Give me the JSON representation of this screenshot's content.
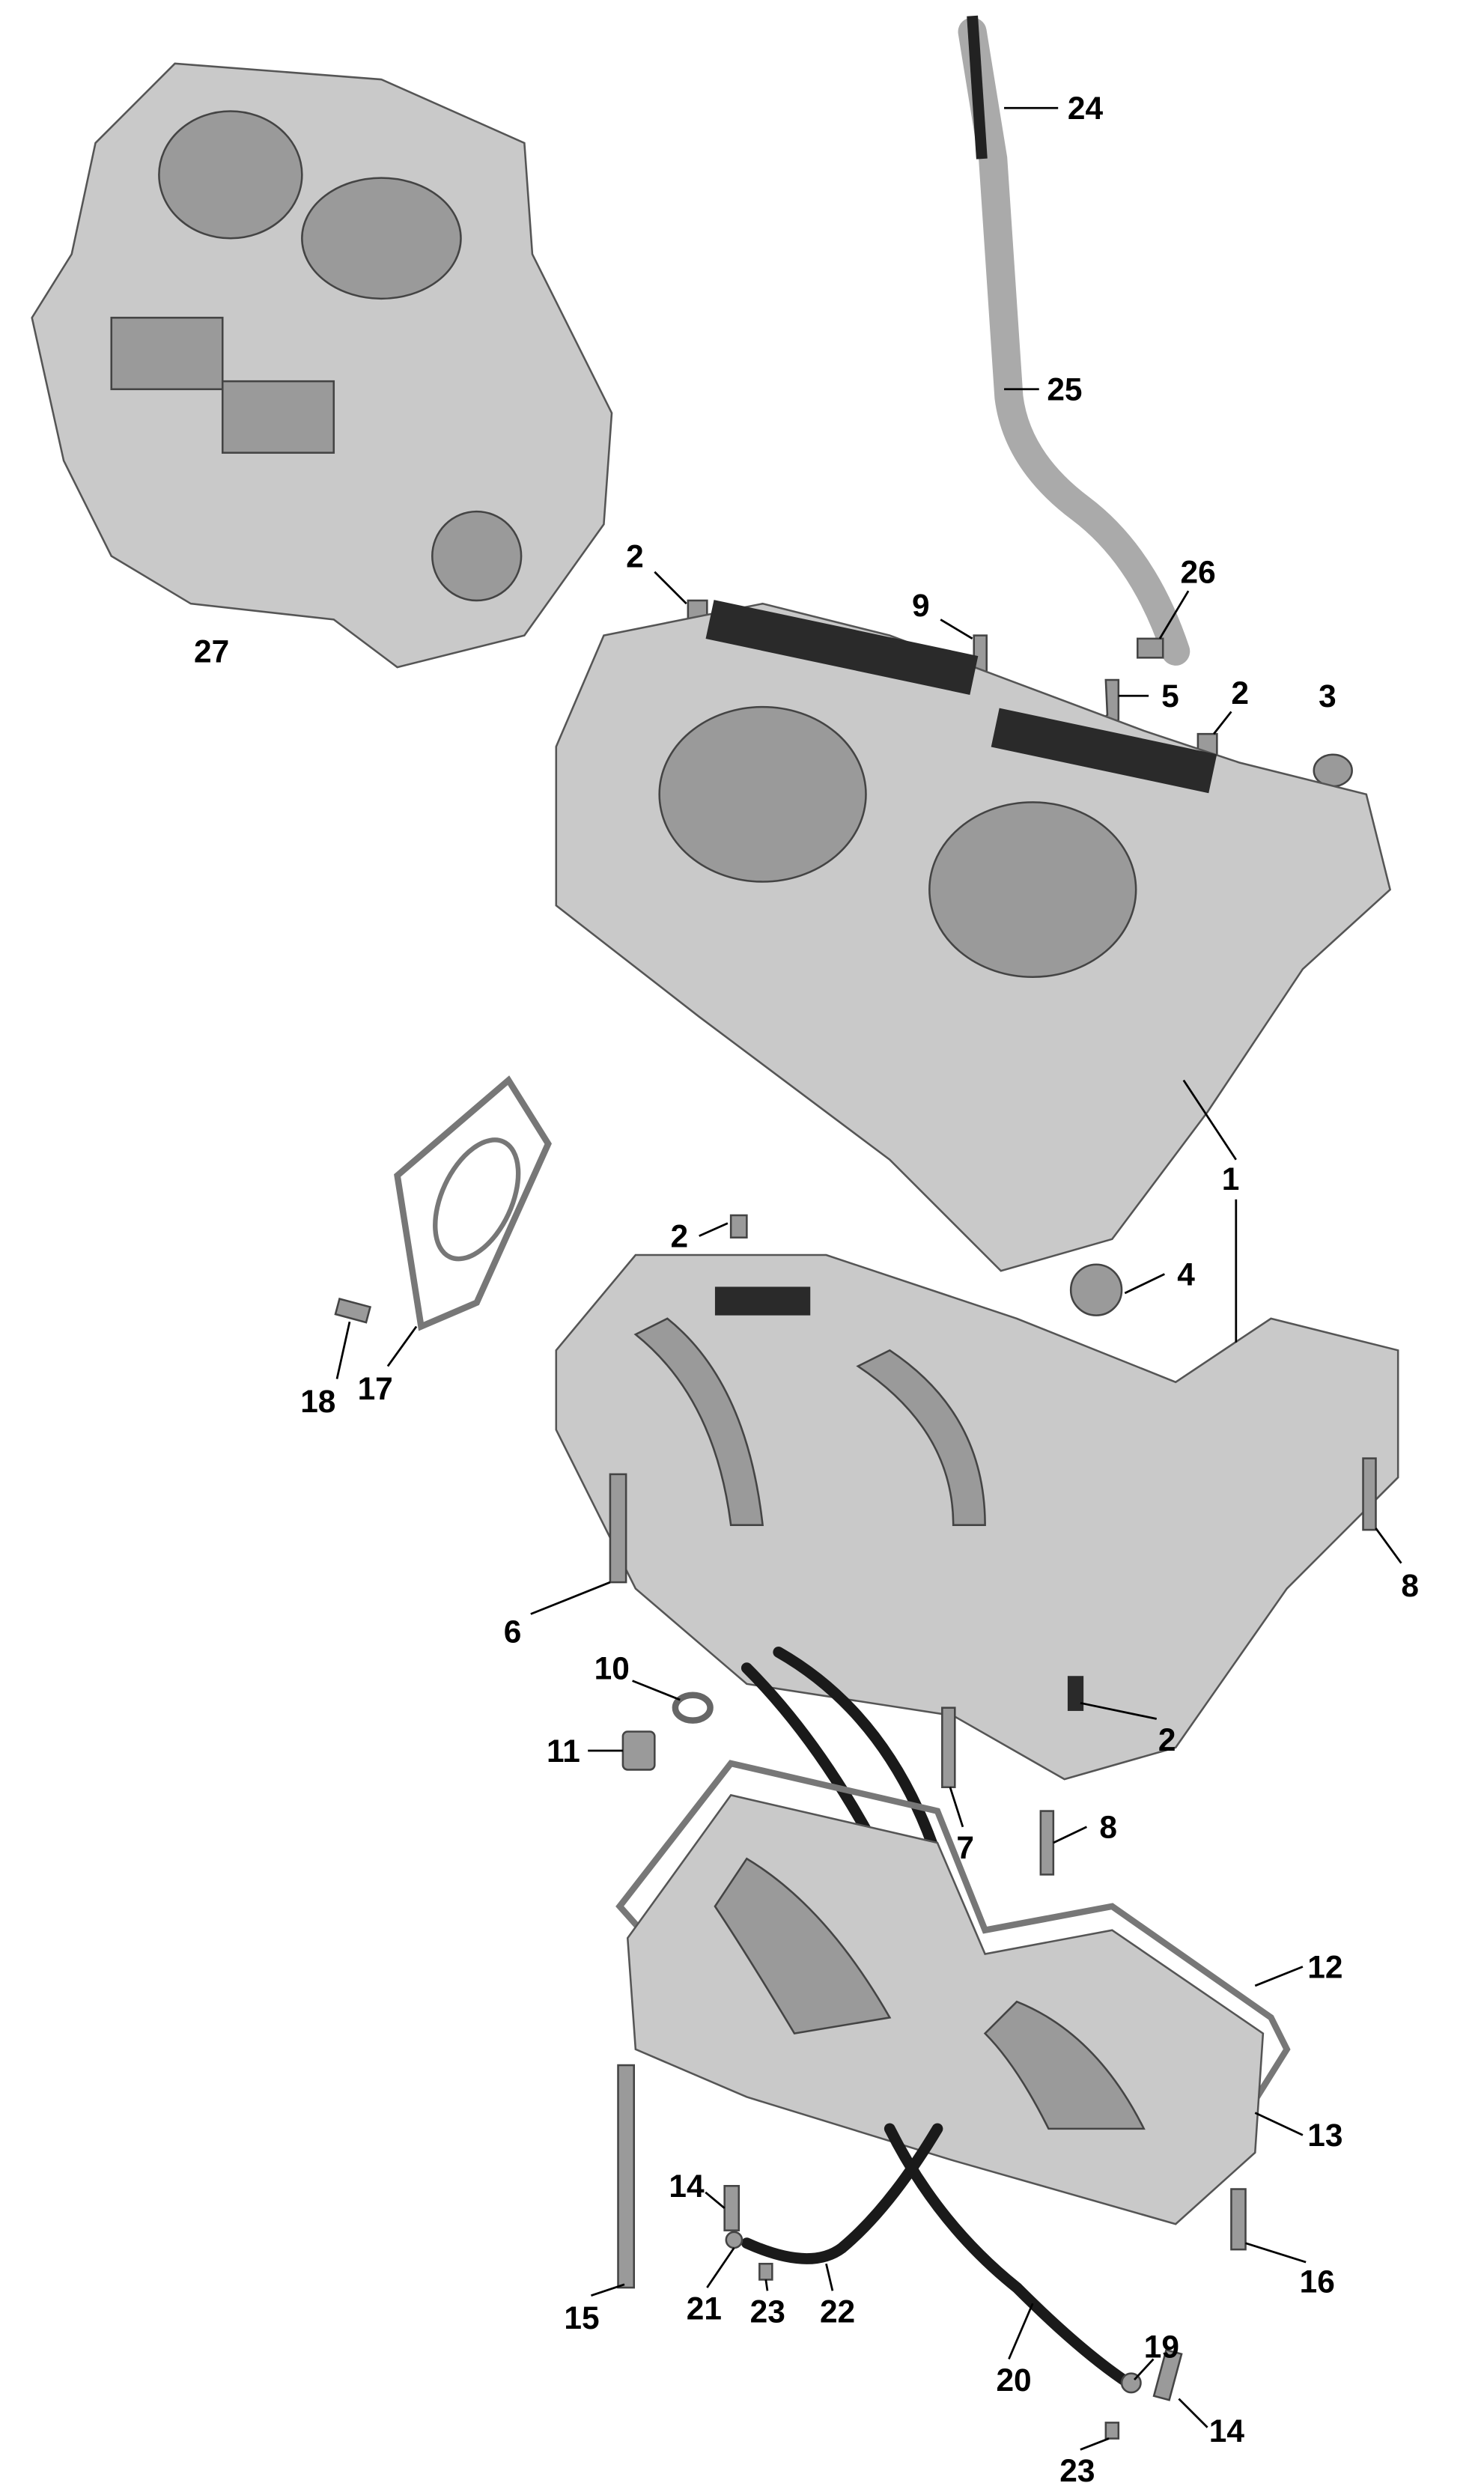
{
  "title": "Crankcase exploded parts diagram",
  "callouts": [
    {
      "id": "c24",
      "label": "24"
    },
    {
      "id": "c25",
      "label": "25"
    },
    {
      "id": "c26",
      "label": "26"
    },
    {
      "id": "c2a",
      "label": "2"
    },
    {
      "id": "c9",
      "label": "9"
    },
    {
      "id": "c5",
      "label": "5"
    },
    {
      "id": "c2b",
      "label": "2"
    },
    {
      "id": "c3",
      "label": "3"
    },
    {
      "id": "c27",
      "label": "27"
    },
    {
      "id": "c1",
      "label": "1"
    },
    {
      "id": "c2c",
      "label": "2"
    },
    {
      "id": "c4",
      "label": "4"
    },
    {
      "id": "c18",
      "label": "18"
    },
    {
      "id": "c17",
      "label": "17"
    },
    {
      "id": "c8a",
      "label": "8"
    },
    {
      "id": "c6",
      "label": "6"
    },
    {
      "id": "c10",
      "label": "10"
    },
    {
      "id": "c11",
      "label": "11"
    },
    {
      "id": "c2d",
      "label": "2"
    },
    {
      "id": "c7",
      "label": "7"
    },
    {
      "id": "c8b",
      "label": "8"
    },
    {
      "id": "c12",
      "label": "12"
    },
    {
      "id": "c13",
      "label": "13"
    },
    {
      "id": "c14a",
      "label": "14"
    },
    {
      "id": "c16",
      "label": "16"
    },
    {
      "id": "c15",
      "label": "15"
    },
    {
      "id": "c21",
      "label": "21"
    },
    {
      "id": "c23a",
      "label": "23"
    },
    {
      "id": "c22",
      "label": "22"
    },
    {
      "id": "c19",
      "label": "19"
    },
    {
      "id": "c20",
      "label": "20"
    },
    {
      "id": "c14b",
      "label": "14"
    },
    {
      "id": "c23b",
      "label": "23"
    }
  ]
}
